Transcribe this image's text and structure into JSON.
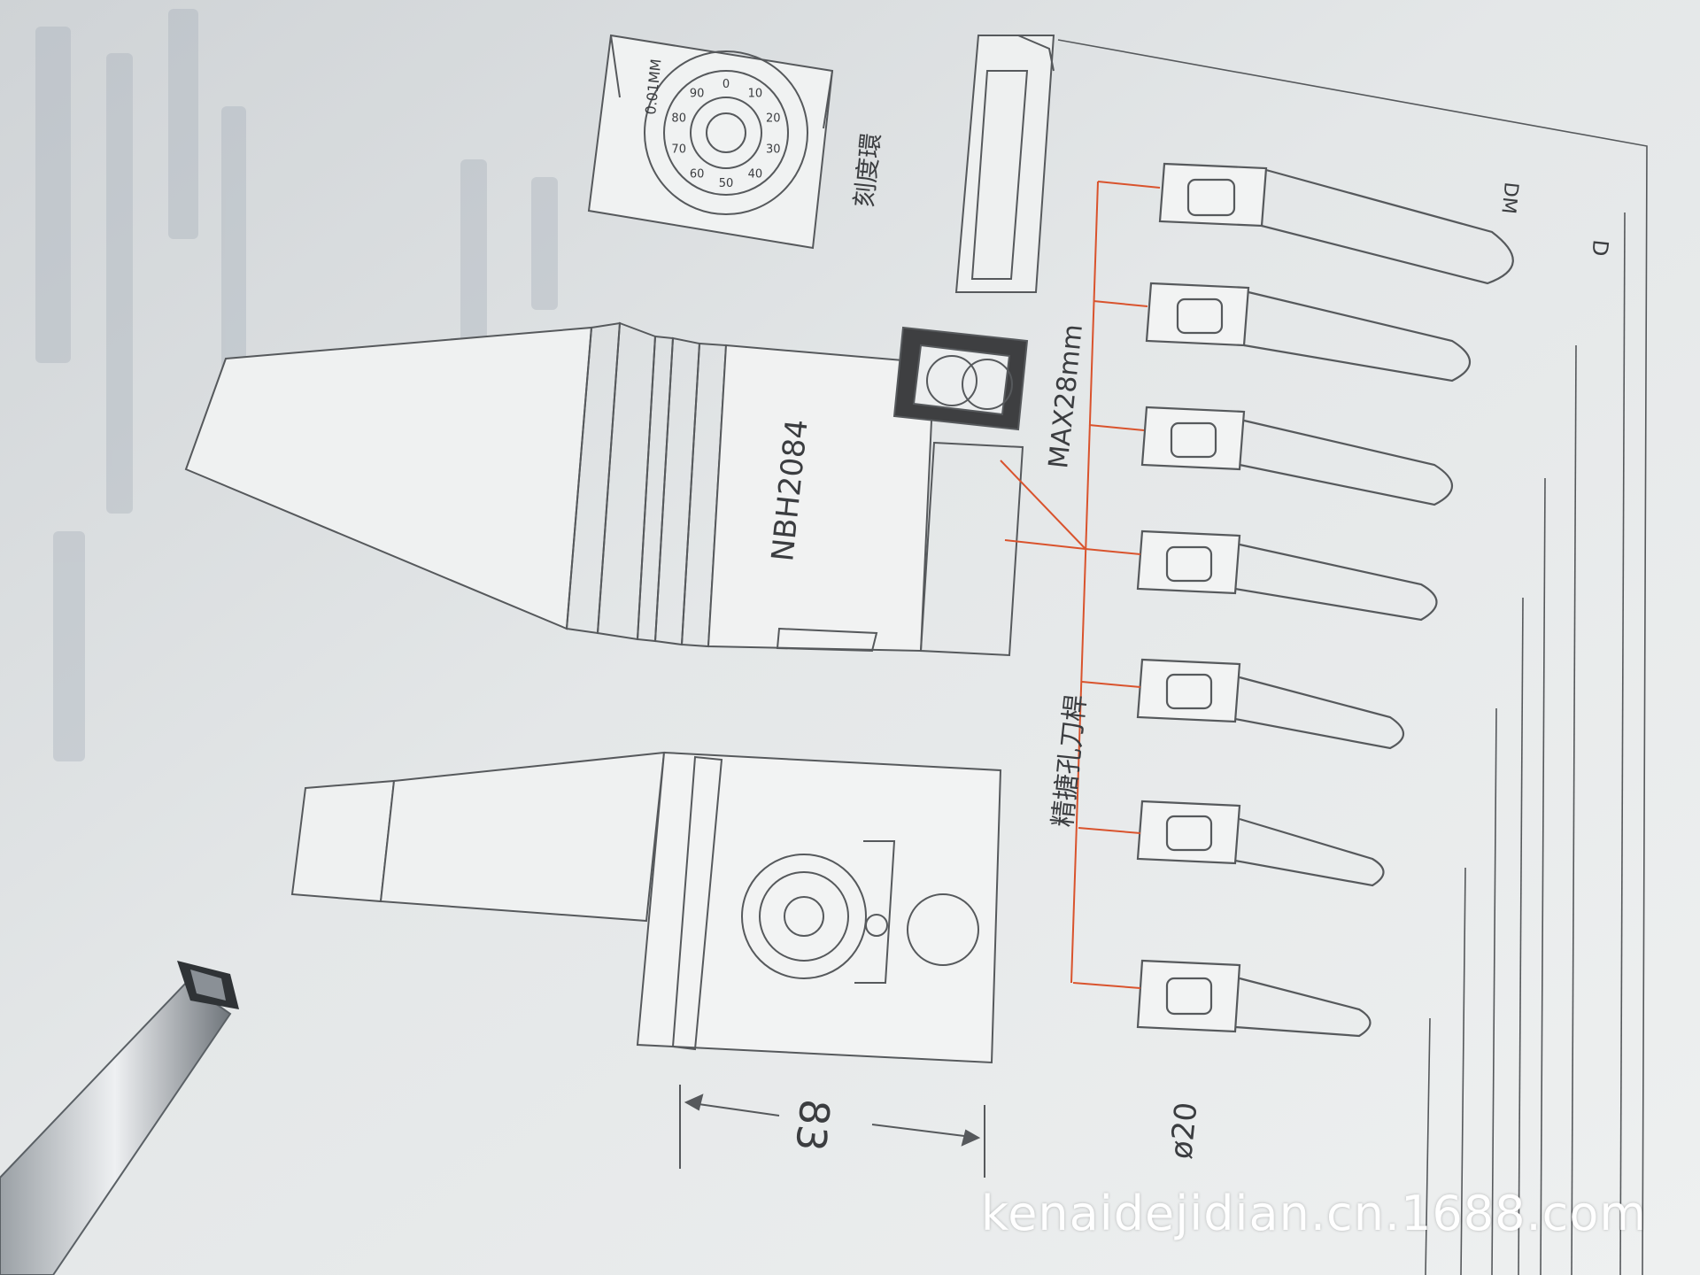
{
  "photo": {
    "description_free": true,
    "labels": {
      "model": "NBH2084",
      "max_range": "MAX28mm",
      "bar_name": "精搪孔刀桿",
      "dial_name": "刻度環",
      "dial_unit": "0.01MM",
      "dim_width": "83",
      "dim_shank": "ø20",
      "dim_dm": "DM",
      "dim_d": "D"
    },
    "dial_numbers": [
      "0",
      "10",
      "20",
      "30",
      "40",
      "50",
      "60",
      "70",
      "80",
      "90"
    ]
  },
  "watermark": "kenaidejidian.cn.1688.com",
  "colors": {
    "paper": "#e6e9ea",
    "line": "#56595c",
    "accent": "#d9532d"
  }
}
